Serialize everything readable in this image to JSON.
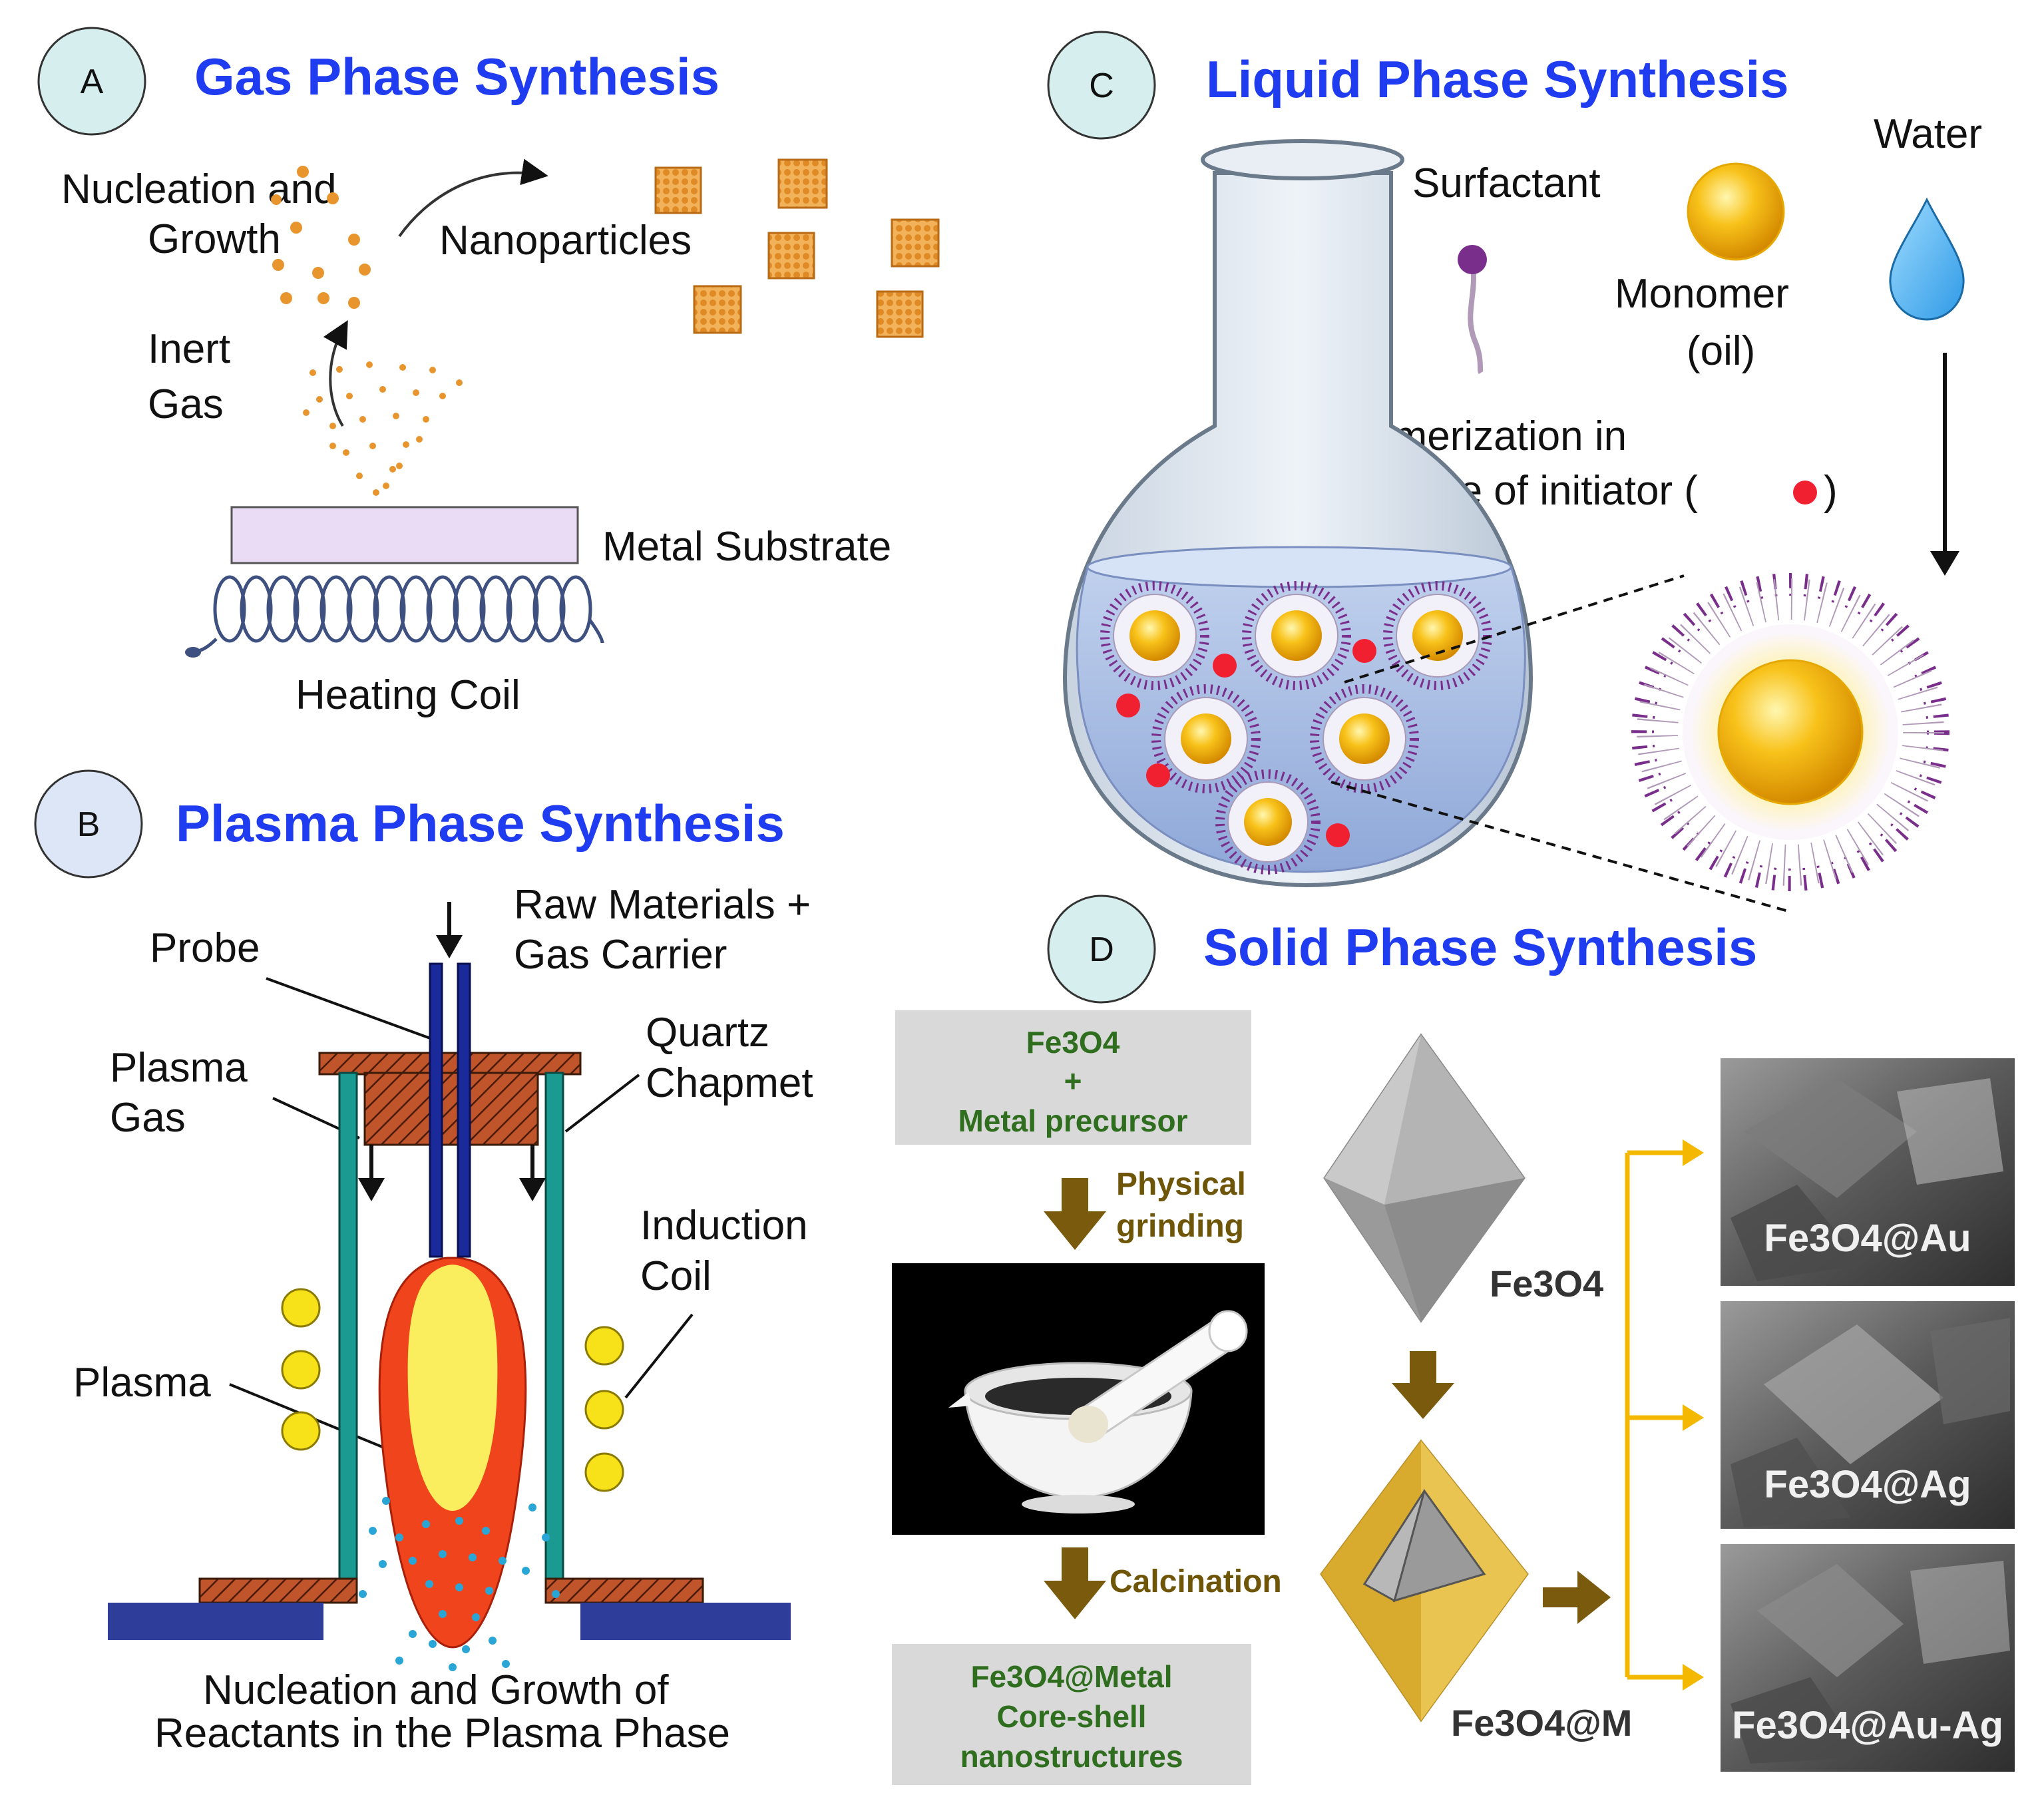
{
  "panel_a": {
    "badge": "A",
    "title": "Gas Phase Synthesis",
    "nucleation_line1": "Nucleation and",
    "nucleation_line2": "Growth",
    "nanoparticles": "Nanoparticles",
    "inert_gas_line1": "Inert",
    "inert_gas_line2": "Gas",
    "metal_substrate": "Metal Substrate",
    "heating_coil": "Heating Coil"
  },
  "panel_b": {
    "badge": "B",
    "title": "Plasma Phase Synthesis",
    "probe": "Probe",
    "raw_materials_line1": "Raw Materials +",
    "raw_materials_line2": "Gas Carrier",
    "plasma_gas_line1": "Plasma",
    "plasma_gas_line2": "Gas",
    "quartz_line1": "Quartz",
    "quartz_line2": "Chapmet",
    "induction_line1": "Induction",
    "induction_line2": "Coil",
    "plasma": "Plasma",
    "caption_line1": "Nucleation and  Growth of",
    "caption_line2": "Reactants in the Plasma Phase"
  },
  "panel_c": {
    "badge": "C",
    "title": "Liquid Phase Synthesis",
    "water": "Water",
    "surfactant": "Surfactant",
    "monomer_line1": "Monomer",
    "monomer_line2": "(oil)",
    "polymerization_line1": "Polymerization in",
    "polymerization_line2_pre": "presence of initiator (",
    "polymerization_line2_post": ")"
  },
  "panel_d": {
    "badge": "D",
    "title": "Solid Phase Synthesis",
    "start_box": {
      "formula": "Fe3O4",
      "plus": "+",
      "precursor": "Metal precursor"
    },
    "step_grinding_line1": "Physical",
    "step_grinding_line2": "grinding",
    "step_calcination": "Calcination",
    "end_box": {
      "line1": "Fe3O4@Metal",
      "line2": "Core-shell",
      "line3": "nanostructures"
    },
    "crystal_label": "Fe3O4",
    "core_shell_label": "Fe3O4@M",
    "sem_labels": [
      "Fe3O4@Au",
      "Fe3O4@Ag",
      "Fe3O4@Au-Ag"
    ]
  },
  "colors": {
    "title_blue": "#1f3cf0",
    "particle_orange": "#e8952e",
    "plasma_red": "#f0441c",
    "plasma_yellow": "#faee5e",
    "gold_arrow": "#f5b800",
    "step_arrow": "#7a5a0c",
    "teal_wall": "#1a9a90",
    "surfactant_purple": "#7a2e8c"
  }
}
